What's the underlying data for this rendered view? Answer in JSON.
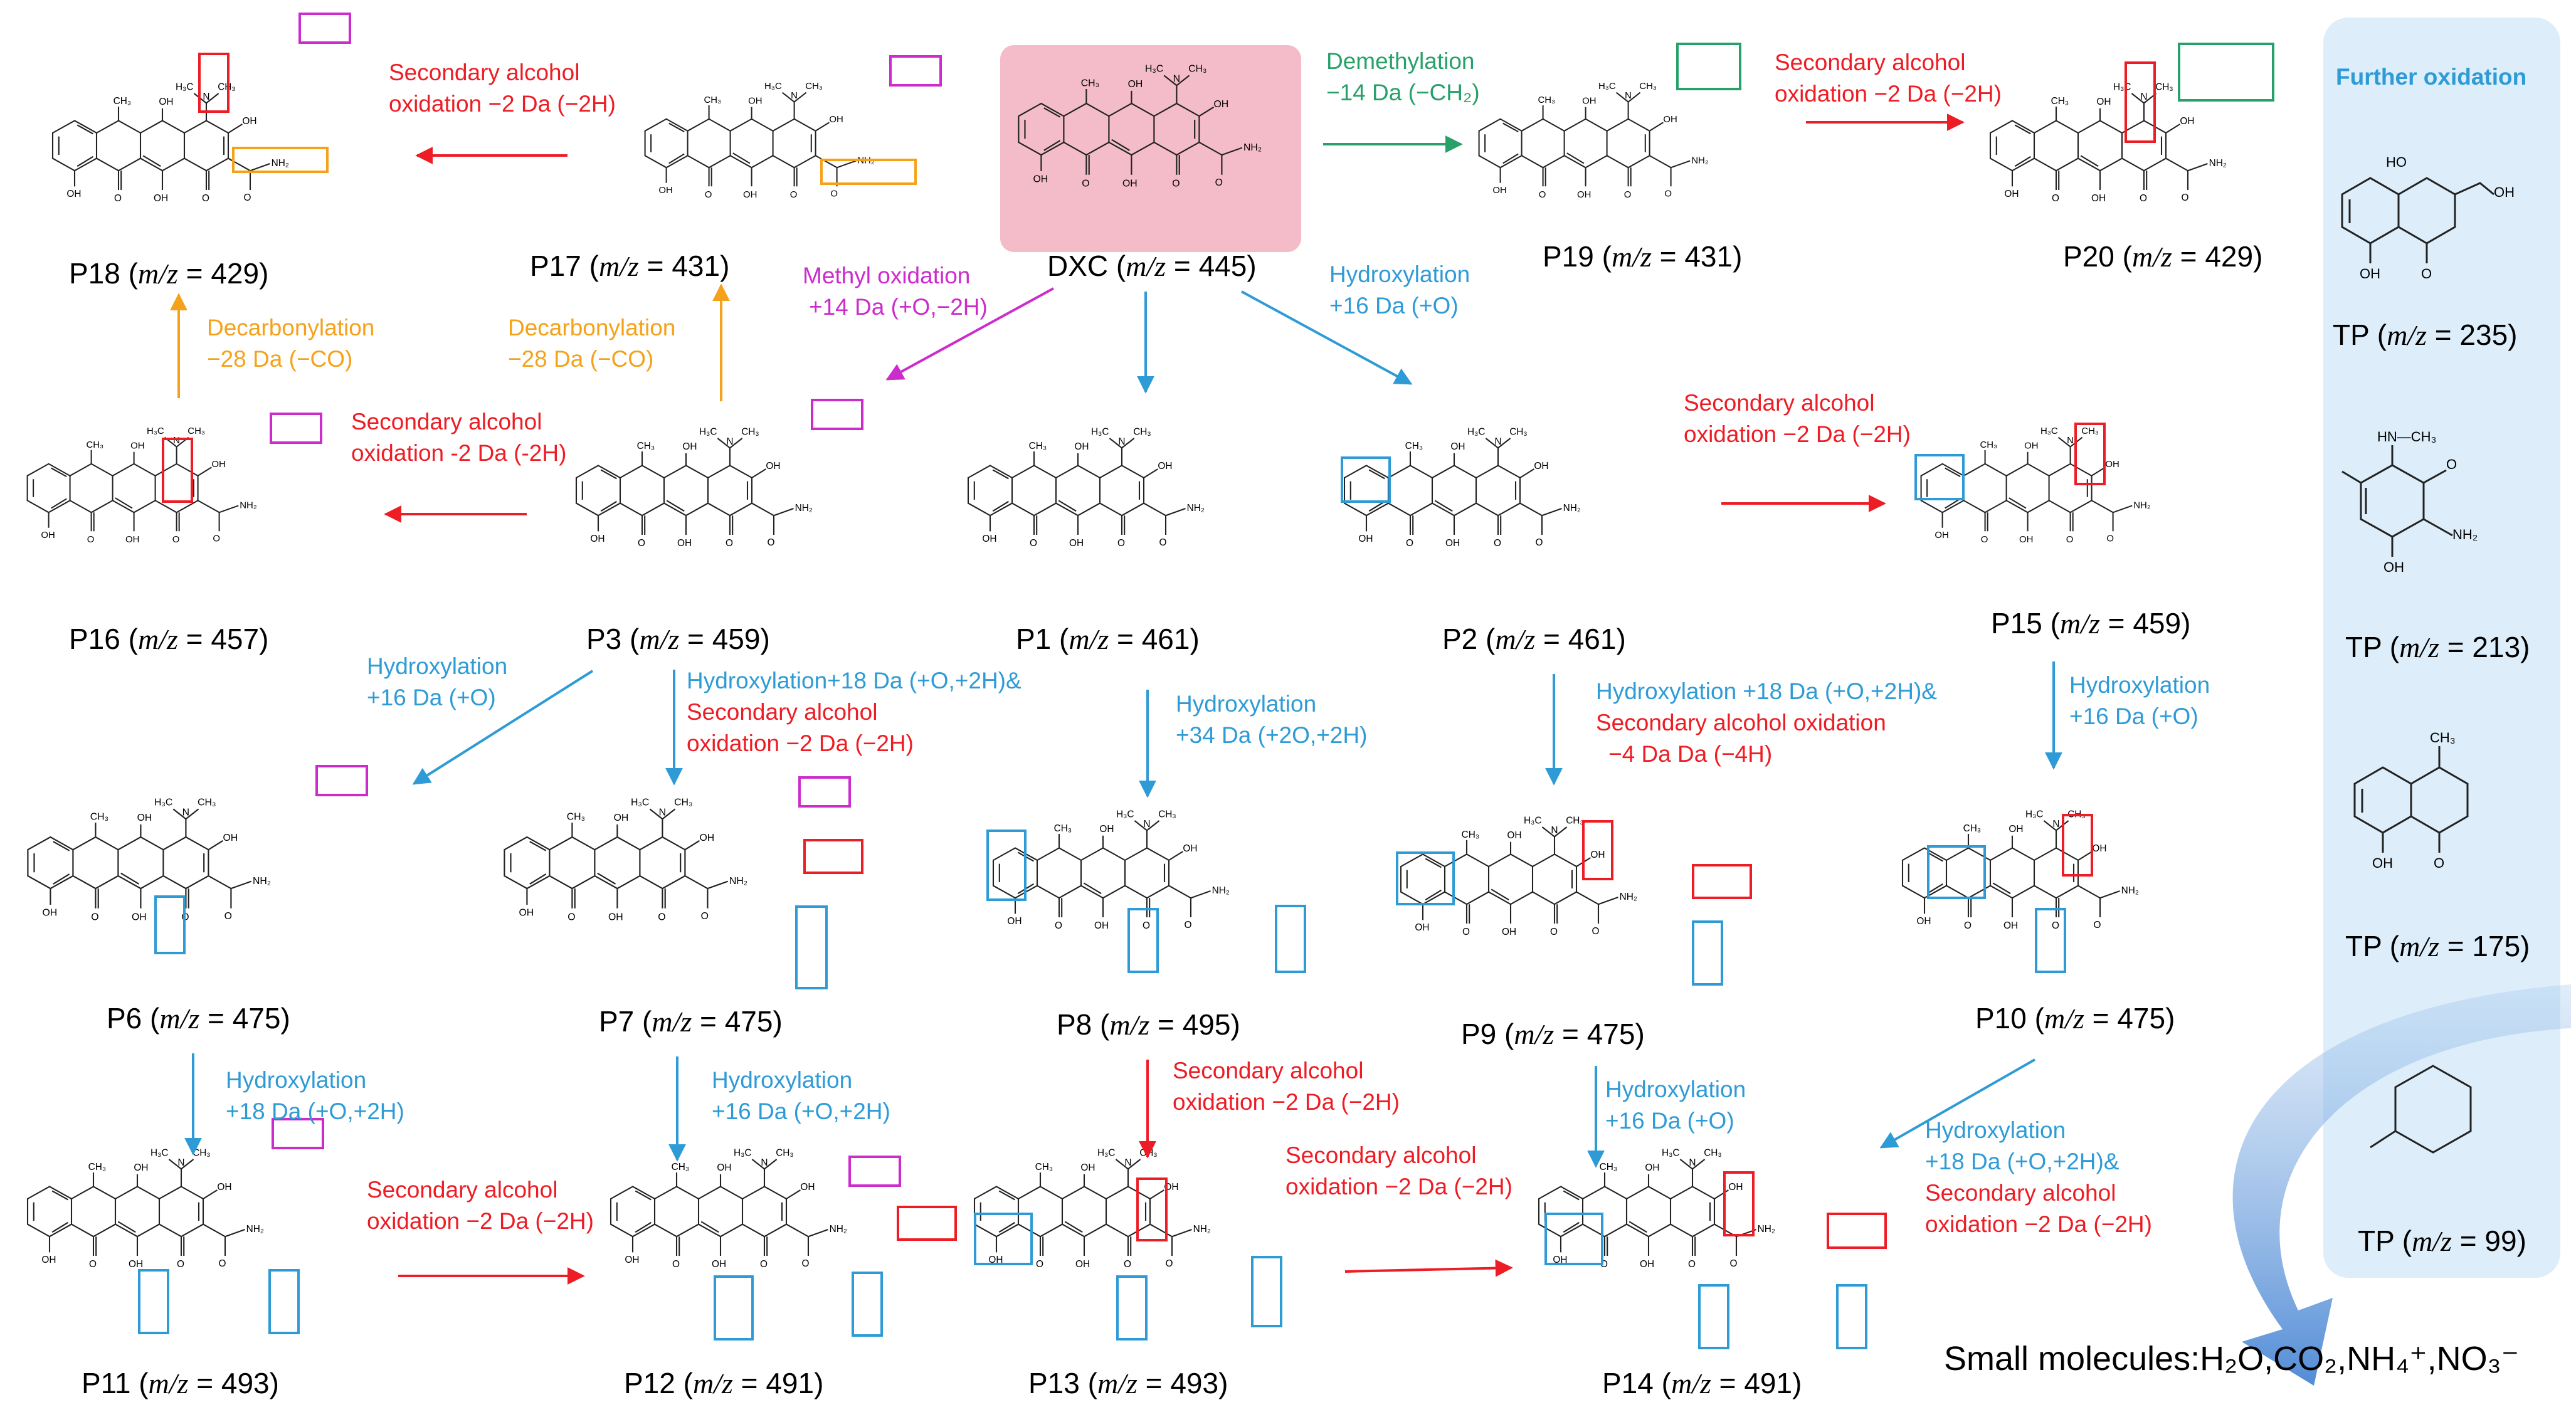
{
  "colors": {
    "hydroxylation": "#2e9bd6",
    "oxidation": "#ee1c24",
    "demethylation": "#27a06a",
    "decarbonylation": "#f5a21a",
    "methyl_oxidation": "#cc2ccc",
    "dxc_highlight": "#f4bcc8",
    "further_panel": "#ddeefa"
  },
  "compounds": {
    "DXC": {
      "name": "DXC",
      "mz": "445"
    },
    "P1": {
      "name": "P1",
      "mz": "461"
    },
    "P2": {
      "name": "P2",
      "mz": "461"
    },
    "P3": {
      "name": "P3",
      "mz": "459"
    },
    "P6": {
      "name": "P6",
      "mz": "475"
    },
    "P7": {
      "name": "P7",
      "mz": "475"
    },
    "P8": {
      "name": "P8",
      "mz": "495"
    },
    "P9": {
      "name": "P9",
      "mz": "475"
    },
    "P10": {
      "name": "P10",
      "mz": "475"
    },
    "P11": {
      "name": "P11",
      "mz": "493"
    },
    "P12": {
      "name": "P12",
      "mz": "491"
    },
    "P13": {
      "name": "P13",
      "mz": "493"
    },
    "P14": {
      "name": "P14",
      "mz": "491"
    },
    "P15": {
      "name": "P15",
      "mz": "459"
    },
    "P16": {
      "name": "P16",
      "mz": "457"
    },
    "P17": {
      "name": "P17",
      "mz": "431"
    },
    "P18": {
      "name": "P18",
      "mz": "429"
    },
    "P19": {
      "name": "P19",
      "mz": "431"
    },
    "P20": {
      "name": "P20",
      "mz": "429"
    }
  },
  "further": {
    "title": "Further oxidation",
    "tps": [
      {
        "name": "TP",
        "mz": "235"
      },
      {
        "name": "TP",
        "mz": "213"
      },
      {
        "name": "TP",
        "mz": "175"
      },
      {
        "name": "TP",
        "mz": "99"
      }
    ]
  },
  "small_molecules": {
    "prefix": "Small molecules:",
    "formula": "H₂O,CO₂,NH₄⁺,NO₃⁻"
  },
  "reactions": {
    "demethylation": [
      "Demethylation",
      "−14 Da (−CH₂)"
    ],
    "p19_p20": [
      "Secondary alcohol",
      "oxidation −2 Da (−2H)"
    ],
    "p17_p18": [
      "Secondary alcohol",
      "oxidation −2 Da (−2H)"
    ],
    "methyl_oxidation": [
      "Methyl oxidation",
      "+14 Da (+O,−2H)"
    ],
    "dxc_p2": [
      "Hydroxylation",
      "+16 Da (+O)"
    ],
    "p16_p18": [
      "Decarbonylation",
      "−28 Da (−CO)"
    ],
    "p3_p17": [
      "Decarbonylation",
      "−28 Da (−CO)"
    ],
    "p3_p16": [
      "Secondary alcohol",
      "oxidation -2 Da (-2H)"
    ],
    "p2_p15": [
      "Secondary alcohol",
      "oxidation −2 Da (−2H)"
    ],
    "p3_p6": [
      "Hydroxylation",
      "+16 Da (+O)"
    ],
    "p3_p7": [
      "Hydroxylation+18 Da (+O,+2H)&",
      "Secondary alcohol",
      "oxidation −2 Da (−2H)"
    ],
    "p1_p8": [
      "Hydroxylation",
      "+34 Da (+2O,+2H)"
    ],
    "p2_p9": [
      "Hydroxylation +18 Da (+O,+2H)&",
      "Secondary alcohol oxidation",
      "−4 Da Da (−4H)"
    ],
    "p15_p10": [
      "Hydroxylation",
      "+16 Da (+O)"
    ],
    "p6_p11": [
      "Hydroxylation",
      "+18 Da (+O,+2H)"
    ],
    "p7_p12": [
      "Hydroxylation",
      "+16 Da (+O,+2H)"
    ],
    "p8_p13": [
      "Secondary alcohol",
      "oxidation −2 Da (−2H)"
    ],
    "p11_p12": [
      "Secondary alcohol",
      "oxidation −2 Da (−2H)"
    ],
    "p13_p14": [
      "Secondary alcohol",
      "oxidation −2 Da (−2H)"
    ],
    "p9_p14": [
      "Hydroxylation",
      "+16 Da (+O)"
    ],
    "p10_p14": [
      "Hydroxylation",
      "+18 Da (+O,+2H)&",
      "Secondary alcohol",
      "oxidation −2 Da (−2H)"
    ]
  }
}
